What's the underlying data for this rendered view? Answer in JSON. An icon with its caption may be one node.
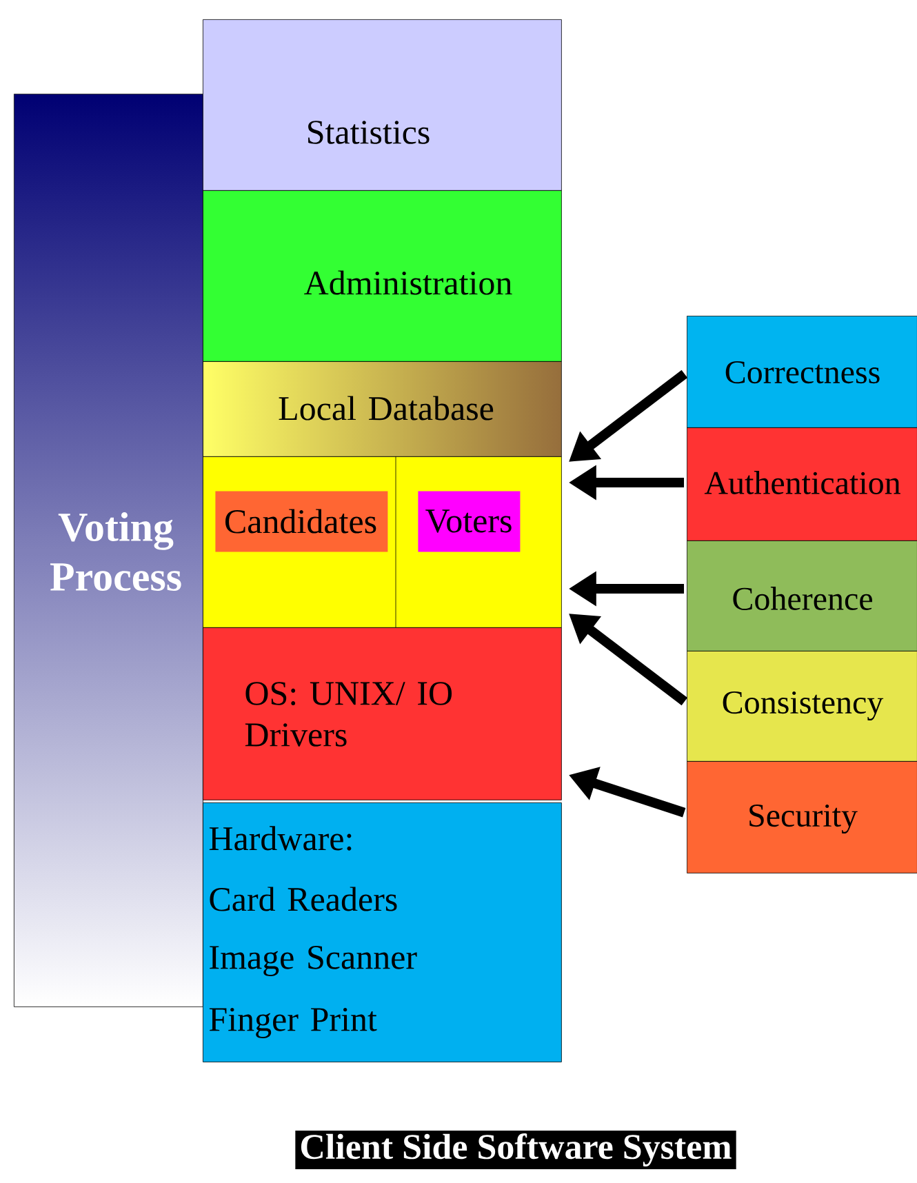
{
  "diagram": {
    "caption": "Client Side Software System",
    "nodes": [
      {
        "text": [
          "Voting Process"
        ]
      },
      {
        "text": [
          "Statistics"
        ]
      },
      {
        "text": [
          "Administration"
        ]
      },
      {
        "text": [
          "Local Database"
        ]
      },
      {
        "text": [],
        "shape": "box"
      },
      {
        "text": [
          "Candidates"
        ],
        "in": 4
      },
      {
        "text": [
          "Voters"
        ],
        "in": 4
      },
      {
        "text": [
          "OS: UNIX/ IO Drivers"
        ]
      },
      {
        "text": [
          "Hardware:",
          "Card Readers",
          "Image Scanner",
          "Finger Print"
        ]
      },
      {
        "text": [
          "Correctness"
        ]
      },
      {
        "text": [
          "Authentication"
        ]
      },
      {
        "text": [
          "Coherence"
        ]
      },
      {
        "text": [
          "Consistency"
        ]
      },
      {
        "text": [
          "Security"
        ]
      }
    ],
    "edges": [
      {
        "from": 9,
        "to": 4,
        "arrow": "to"
      },
      {
        "from": 10,
        "to": 4,
        "arrow": "to"
      },
      {
        "from": 11,
        "to": 4,
        "arrow": "to"
      },
      {
        "from": 12,
        "to": 4,
        "arrow": "to"
      },
      {
        "from": 13,
        "to": 7,
        "arrow": "to"
      }
    ]
  }
}
